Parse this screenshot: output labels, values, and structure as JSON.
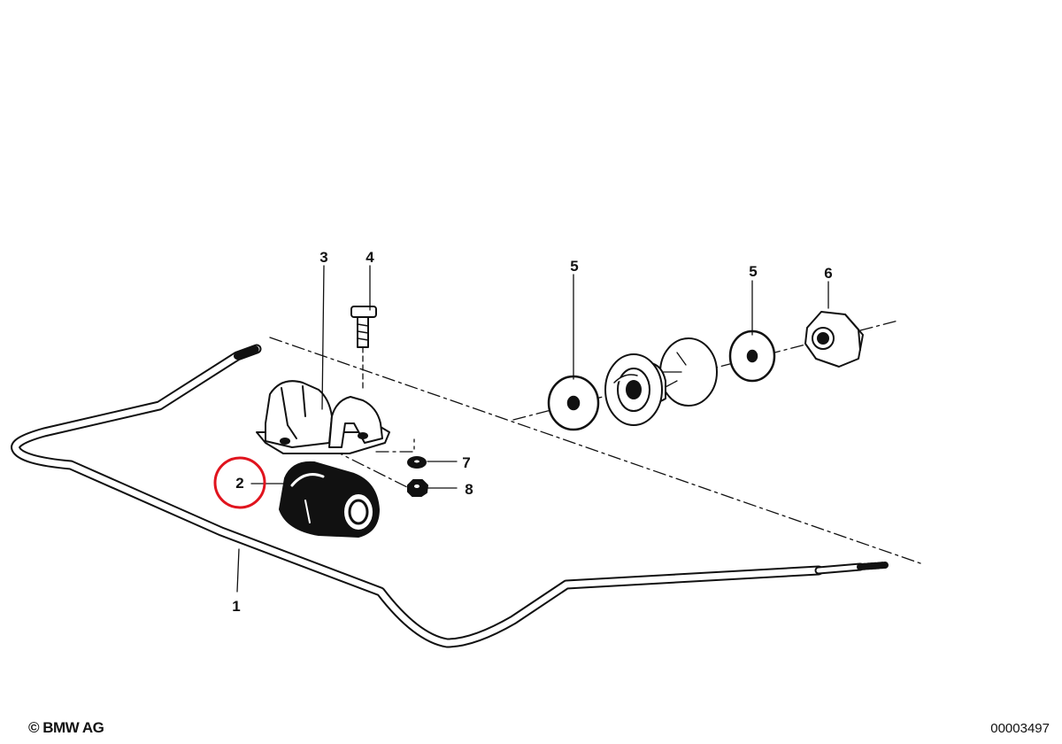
{
  "parts": [
    {
      "key": "p1",
      "label": "1",
      "name": "stabilizer-bar"
    },
    {
      "key": "p2",
      "label": "2",
      "name": "rubber-mounting"
    },
    {
      "key": "p3",
      "label": "3",
      "name": "bracket"
    },
    {
      "key": "p4",
      "label": "4",
      "name": "bolt"
    },
    {
      "key": "p5a",
      "label": "5",
      "name": "washer"
    },
    {
      "key": "p5b",
      "label": "5",
      "name": "washer"
    },
    {
      "key": "p6",
      "label": "6",
      "name": "cap-nut"
    },
    {
      "key": "p7",
      "label": "7",
      "name": "lock-washer"
    },
    {
      "key": "p8",
      "label": "8",
      "name": "hex-nut"
    }
  ],
  "highlight": {
    "part": "2",
    "color": "#e0141e"
  },
  "footer": {
    "copyright": "© BMW AG",
    "document_number": "00003497"
  }
}
